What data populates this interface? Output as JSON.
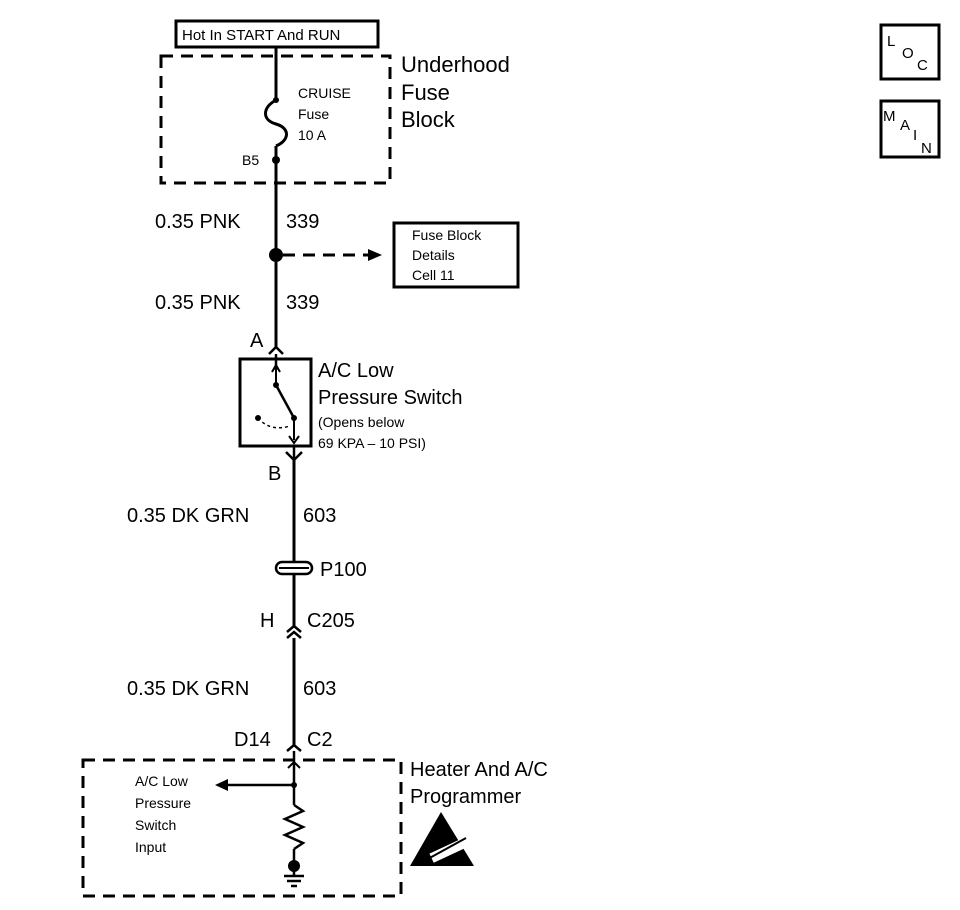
{
  "diagram": {
    "power_label": "Hot In START And RUN",
    "fuse_block": {
      "title_line1": "Underhood",
      "title_line2": "Fuse",
      "title_line3": "Block"
    },
    "fuse": {
      "name": "CRUISE",
      "type": "Fuse",
      "rating": "10 A",
      "terminal": "B5"
    },
    "wire_top_1": {
      "size_color": "0.35 PNK",
      "circuit": "339"
    },
    "wire_top_2": {
      "size_color": "0.35 PNK",
      "circuit": "339"
    },
    "fuse_details": {
      "line1": "Fuse Block",
      "line2": "Details",
      "line3": "Cell 11"
    },
    "switch": {
      "terminal_a": "A",
      "terminal_b": "B",
      "name_line1": "A/C Low",
      "name_line2": "Pressure Switch",
      "note_line1": "(Opens below",
      "note_line2": "69 KPA – 10 PSI)"
    },
    "wire_mid": {
      "size_color": "0.35 DK GRN",
      "circuit": "603"
    },
    "splice": "P100",
    "connector": {
      "pin": "H",
      "name": "C205"
    },
    "wire_bottom": {
      "size_color": "0.35 DK GRN",
      "circuit": "603"
    },
    "programmer_connector": {
      "pin": "D14",
      "name": "C2"
    },
    "programmer": {
      "title_line1": "Heater And A/C",
      "title_line2": "Programmer",
      "input_line1": "A/C Low",
      "input_line2": "Pressure",
      "input_line3": "Switch",
      "input_line4": "Input"
    },
    "loc_icon": {
      "l1": "L",
      "l2": "O",
      "l3": "C"
    },
    "main_icon": {
      "l1": "M",
      "l2": "A",
      "l3": "I",
      "l4": "N"
    }
  }
}
